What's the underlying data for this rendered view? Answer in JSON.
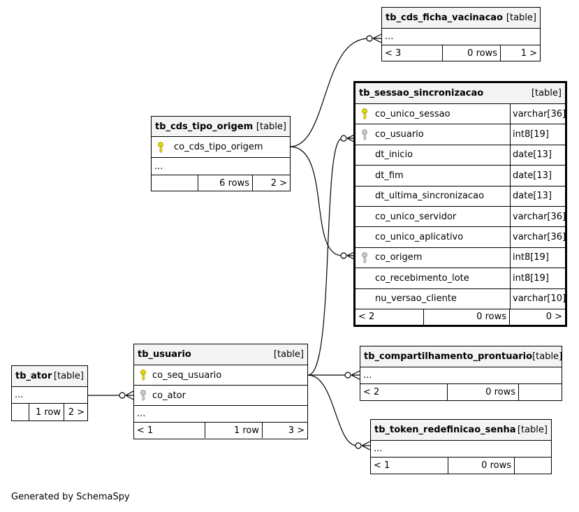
{
  "footer": {
    "generated_by": "Generated by SchemaSpy"
  },
  "colors": {
    "primary_key": "#e2d700",
    "foreign_key": "#a0a0a0",
    "header_bg": "#f4f4f4"
  },
  "tables": {
    "ficha_vacinacao": {
      "name": "tb_cds_ficha_vacinacao",
      "kind": "[table]",
      "ellipsis": "...",
      "parents": "< 3",
      "rows": "0 rows",
      "children": "1 >"
    },
    "tipo_origem": {
      "name": "tb_cds_tipo_origem",
      "kind": "[table]",
      "column": "co_cds_tipo_origem",
      "column_icon": "primary-key-icon",
      "ellipsis": "...",
      "parents": "",
      "rows": "6 rows",
      "children": "2 >"
    },
    "sessao": {
      "name": "tb_sessao_sincronizacao",
      "kind": "[table]",
      "columns": [
        {
          "name": "co_unico_sessao",
          "type": "varchar[36]",
          "icon": "primary-key-icon"
        },
        {
          "name": "co_usuario",
          "type": "int8[19]",
          "icon": "foreign-key-icon"
        },
        {
          "name": "dt_inicio",
          "type": "date[13]",
          "icon": ""
        },
        {
          "name": "dt_fim",
          "type": "date[13]",
          "icon": ""
        },
        {
          "name": "dt_ultima_sincronizacao",
          "type": "date[13]",
          "icon": ""
        },
        {
          "name": "co_unico_servidor",
          "type": "varchar[36]",
          "icon": ""
        },
        {
          "name": "co_unico_aplicativo",
          "type": "varchar[36]",
          "icon": ""
        },
        {
          "name": "co_origem",
          "type": "int8[19]",
          "icon": "foreign-key-icon"
        },
        {
          "name": "co_recebimento_lote",
          "type": "int8[19]",
          "icon": ""
        },
        {
          "name": "nu_versao_cliente",
          "type": "varchar[10]",
          "icon": ""
        }
      ],
      "parents": "< 2",
      "rows": "0 rows",
      "children": "0 >"
    },
    "usuario": {
      "name": "tb_usuario",
      "kind": "[table]",
      "columns": [
        {
          "name": "co_seq_usuario",
          "icon": "primary-key-icon"
        },
        {
          "name": "co_ator",
          "icon": "foreign-key-icon"
        }
      ],
      "ellipsis": "...",
      "parents": "< 1",
      "rows": "1 row",
      "children": "3 >"
    },
    "ator": {
      "name": "tb_ator",
      "kind": "[table]",
      "ellipsis": "...",
      "parents": "",
      "rows": "1 row",
      "children": "2 >"
    },
    "compartilhamento": {
      "name": "tb_compartilhamento_prontuario",
      "kind": "[table]",
      "ellipsis": "...",
      "parents": "< 2",
      "rows": "0 rows",
      "children": ""
    },
    "token": {
      "name": "tb_token_redefinicao_senha",
      "kind": "[table]",
      "ellipsis": "...",
      "parents": "< 1",
      "rows": "0 rows",
      "children": ""
    }
  }
}
